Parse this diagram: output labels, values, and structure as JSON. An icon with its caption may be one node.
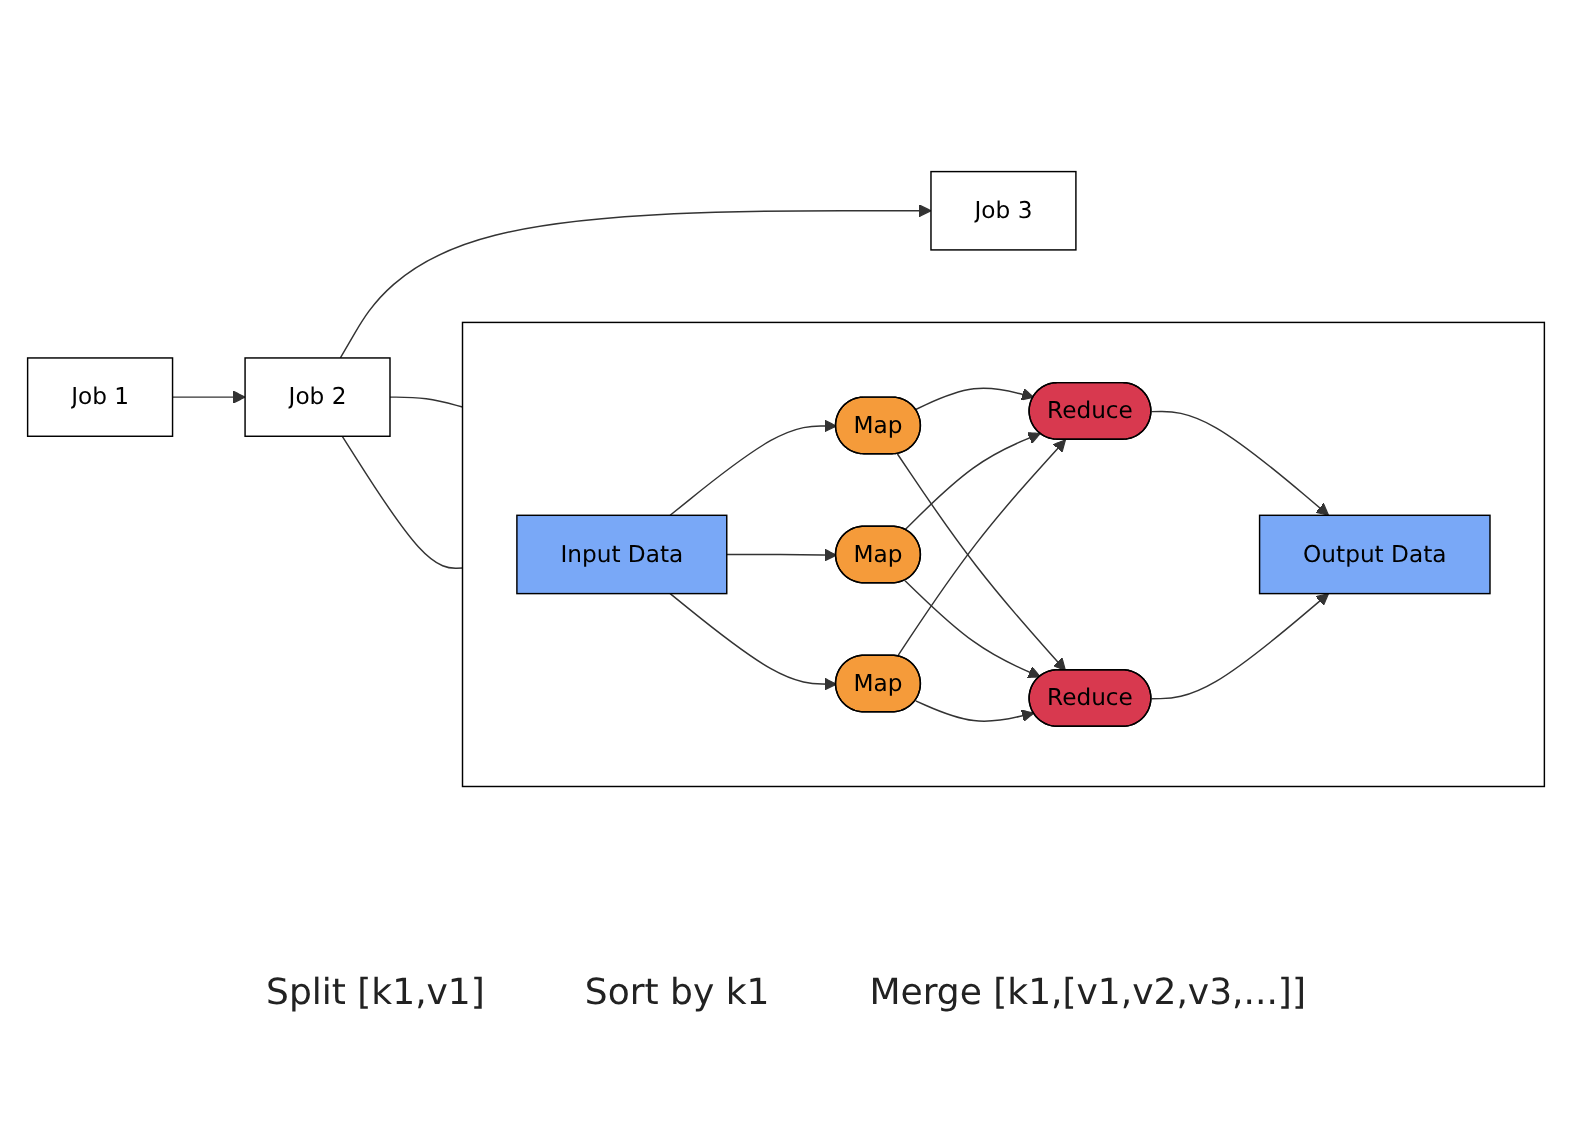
{
  "diagram": {
    "nodes": [
      {
        "text": [
          "Job 1"
        ]
      },
      {
        "text": [
          "Job 2"
        ]
      },
      {
        "text": [
          "Job 3"
        ]
      },
      {
        "text": [],
        "shape": "box"
      },
      {
        "text": [
          "Input Data"
        ],
        "in": 3
      },
      {
        "text": [
          "Map"
        ],
        "in": 3
      },
      {
        "text": [
          "Map"
        ],
        "in": 3
      },
      {
        "text": [
          "Map"
        ],
        "in": 3
      },
      {
        "text": [
          "Reduce"
        ],
        "in": 3
      },
      {
        "text": [
          "Reduce"
        ],
        "in": 3
      },
      {
        "text": [
          "Output Data"
        ],
        "in": 3
      }
    ],
    "edges": [
      {
        "from": 0,
        "to": 1,
        "arrow": "to"
      },
      {
        "from": 1,
        "to": 2,
        "arrow": "to"
      },
      {
        "from": 1,
        "to": 3,
        "arrow": "none"
      },
      {
        "from": 1,
        "to": 3,
        "arrow": "none"
      },
      {
        "from": 4,
        "to": 5,
        "arrow": "to"
      },
      {
        "from": 4,
        "to": 6,
        "arrow": "to"
      },
      {
        "from": 4,
        "to": 7,
        "arrow": "to"
      },
      {
        "from": 5,
        "to": 8,
        "arrow": "to"
      },
      {
        "from": 5,
        "to": 9,
        "arrow": "to"
      },
      {
        "from": 6,
        "to": 8,
        "arrow": "to"
      },
      {
        "from": 6,
        "to": 9,
        "arrow": "to"
      },
      {
        "from": 7,
        "to": 8,
        "arrow": "to"
      },
      {
        "from": 7,
        "to": 9,
        "arrow": "to"
      },
      {
        "from": 8,
        "to": 10,
        "arrow": "to"
      },
      {
        "from": 9,
        "to": 10,
        "arrow": "to"
      }
    ],
    "labels": [
      "Split [k1,v1]",
      "Sort by k1",
      "Merge [k1,[v1,v2,v3,...]]"
    ]
  }
}
